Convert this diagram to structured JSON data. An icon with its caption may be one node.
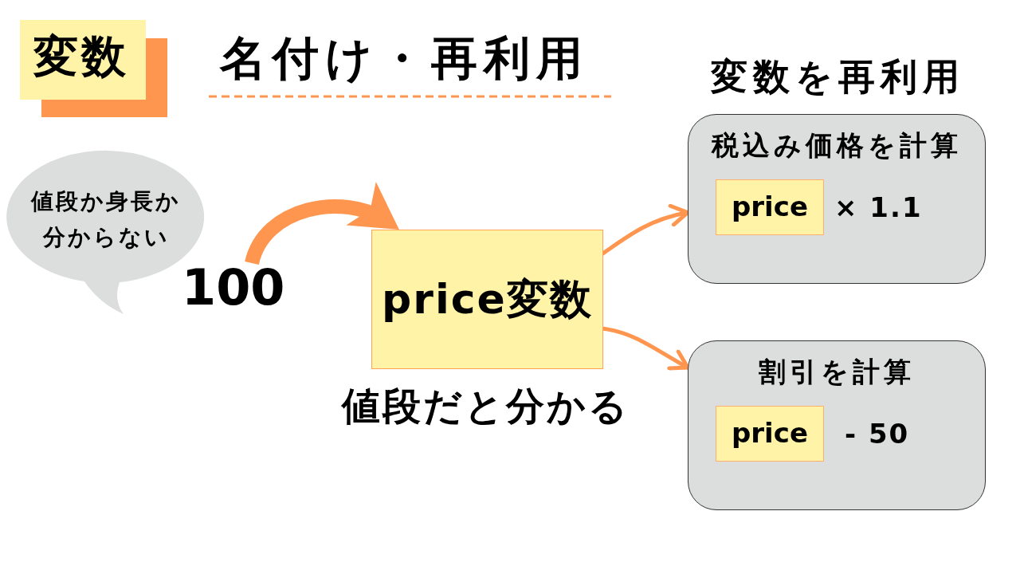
{
  "diagram": {
    "title": "名付け・再利用",
    "nodes": [
      {
        "text": [
          "変数"
        ]
      },
      {
        "text": [
          "値段か身長か分からない"
        ]
      },
      {
        "text": [
          "100"
        ]
      },
      {
        "text": [
          "price変数"
        ],
        "beside": [
          "値段だと分かる"
        ]
      },
      {
        "text": [
          "税込み価格を計算",
          "× 1.1"
        ]
      },
      {
        "text": [
          "price"
        ],
        "in": 4
      },
      {
        "text": [
          "割引を計算",
          "- 50"
        ]
      },
      {
        "text": [
          "price"
        ],
        "in": 6
      }
    ],
    "edges": [
      {
        "from": 2,
        "to": 3,
        "arrow": "to",
        "style": "thick"
      },
      {
        "from": 3,
        "to": 4,
        "arrow": "to"
      },
      {
        "from": 3,
        "to": 6,
        "arrow": "to"
      }
    ],
    "labels": [
      "変数を再利用"
    ]
  }
}
